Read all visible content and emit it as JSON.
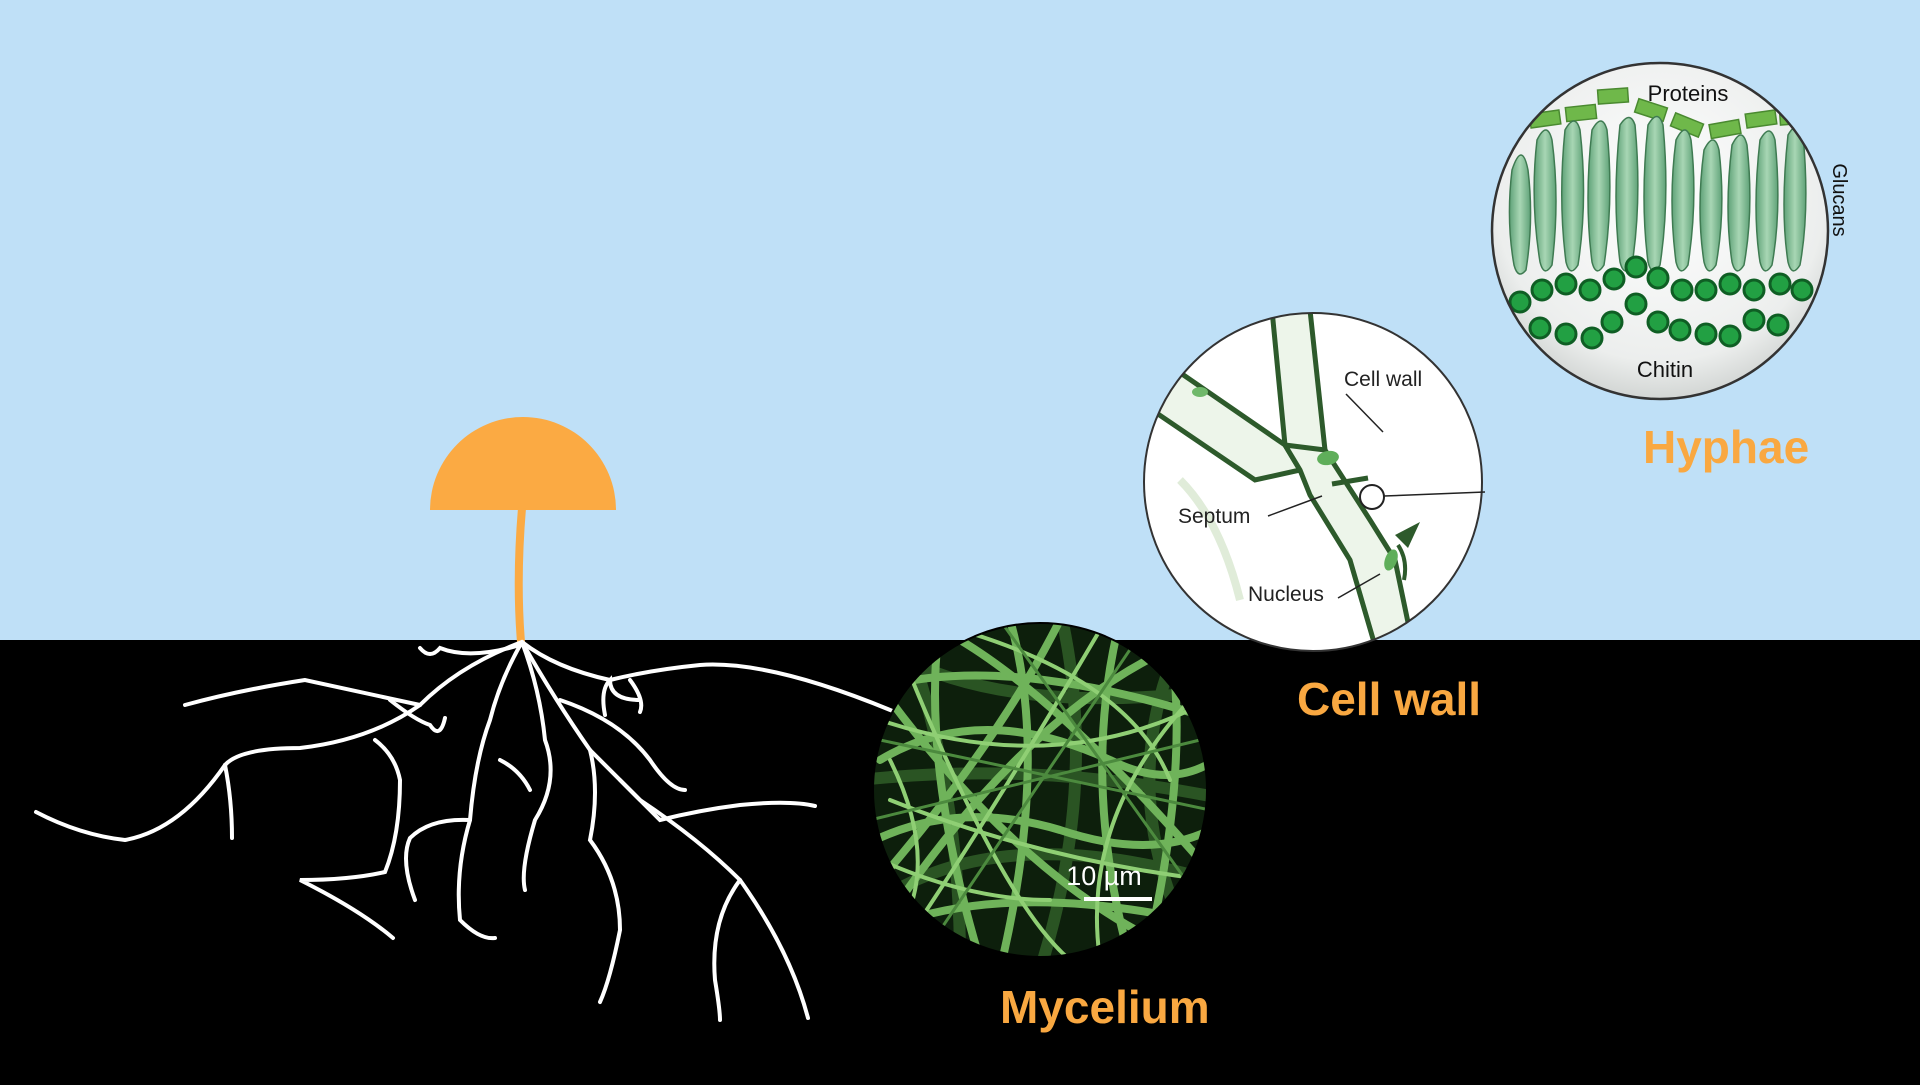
{
  "labels": {
    "hyphae": "Hyphae",
    "cell_wall": "Cell wall",
    "mycelium": "Mycelium"
  },
  "cell_wall_inset": {
    "cell_wall": "Cell wall",
    "septum": "Septum",
    "nucleus": "Nucleus"
  },
  "hyphae_inset": {
    "proteins": "Proteins",
    "glucans": "Glucans",
    "chitin": "Chitin"
  },
  "mycelium_inset": {
    "scale_bar": "10 µm"
  },
  "colors": {
    "sky": "#bfe0f7",
    "soil": "#000000",
    "mushroom": "#fbaa43",
    "label": "#f9a841",
    "hypha_green": "#6fb35a",
    "chitin_green": "#22a043"
  }
}
